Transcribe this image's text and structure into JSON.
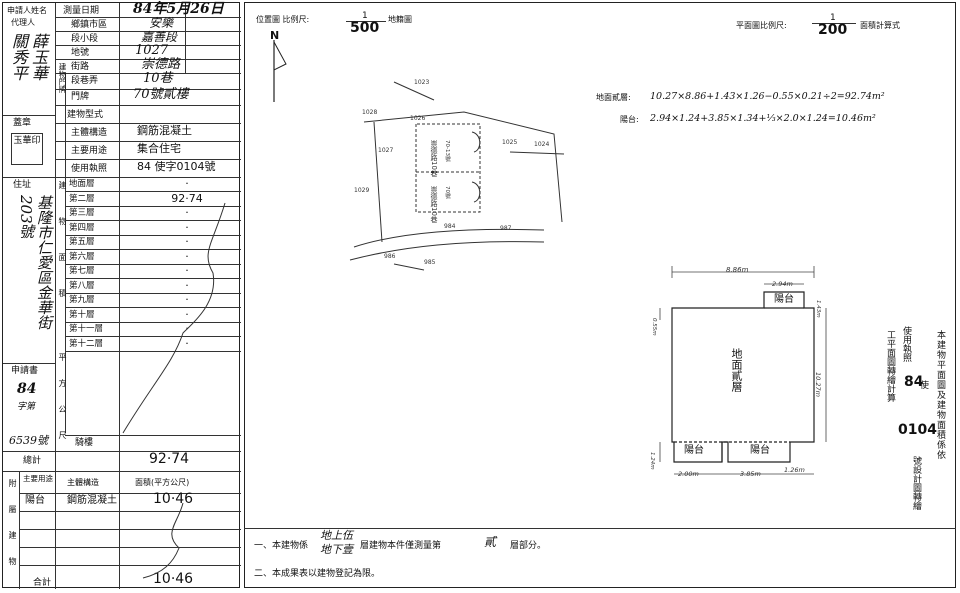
{
  "left_table": {
    "applicant_label": "申請人姓名",
    "agent_label": "代理人",
    "applicant_name": "關秀平",
    "agent_name": "薛玉華",
    "seal_label": "蓋章",
    "seal_text": "玉華印",
    "address_label": "住址",
    "address_value": "基隆市仁愛區金華街203號",
    "apply_label": "申請書",
    "apply_no_year": "84",
    "apply_no_word": "字第",
    "apply_no_num": "6539號",
    "survey_date_label": "測量日期",
    "survey_date": "84年5月26日",
    "township_label": "鄉鎮市區",
    "township_value": "安樂",
    "section_label": "段小段",
    "section_value": "嘉善段",
    "lot_label": "地號",
    "lot_value": "1027",
    "building_location_label": "建物門牌",
    "street_label": "街路",
    "street_value": "崇德路",
    "alley_label": "段巷弄",
    "alley_value": "10巷",
    "door_label": "門牌",
    "door_value": "70號貳樓",
    "structure_heading": "建物型式",
    "main_structure_label": "主體構造",
    "main_structure_value": "鋼筋混凝土",
    "main_use_label": "主要用途",
    "main_use_value": "集合住宅",
    "license_label": "使用執照",
    "license_value": "84 使字0104號",
    "floors_group_label": "建物面積",
    "area_unit_label": "平方公尺",
    "floors": [
      {
        "name": "地面層",
        "area": "·"
      },
      {
        "name": "第二層",
        "area": "92·74"
      },
      {
        "name": "第三層",
        "area": "·"
      },
      {
        "name": "第四層",
        "area": "·"
      },
      {
        "name": "第五層",
        "area": "·"
      },
      {
        "name": "第六層",
        "area": "·"
      },
      {
        "name": "第七層",
        "area": "·"
      },
      {
        "name": "第八層",
        "area": "·"
      },
      {
        "name": "第九層",
        "area": "·"
      },
      {
        "name": "第十層",
        "area": "·"
      },
      {
        "name": "第十一層",
        "area": "·"
      },
      {
        "name": "第十二層",
        "area": "·"
      }
    ],
    "attached_label": "騎樓",
    "total_label": "總計",
    "total_value": "92·74",
    "aux_group_label": "附屬建物",
    "aux_use_label": "主要用途",
    "aux_struct_label": "主體構造",
    "aux_area_label": "面積(平方公尺)",
    "aux_use_value": "陽台",
    "aux_struct_value": "鋼筋混凝土",
    "aux_area_value": "10·46",
    "aux_total_label": "合計",
    "aux_total_value": "10·46"
  },
  "plan": {
    "location_map_label": "位置圖 比例尺:",
    "location_scale_num": "1",
    "location_scale_den": "500",
    "location_map_suffix": "地籍圖",
    "north_label": "N",
    "plan_scale_label": "平面圖比例尺:",
    "plan_scale_num": "1",
    "plan_scale_den": "200",
    "plan_scale_suffix": "面積計算式",
    "calc_floor_label": "地面貳層:",
    "calc_floor_formula": "10.27×8.86+1.43×1.26−0.55×0.21÷2=92.74m²",
    "calc_balcony_label": "陽台:",
    "calc_balcony_formula": "2.94×1.24+3.85×1.34+⅓×2.0×1.24=10.46m²",
    "floor_label": "地面貳層",
    "balcony_label": "陽台",
    "dims": {
      "top_width": "8.86m",
      "balcony_w": "2.94m",
      "right_h": "10.27m",
      "bottom_a": "2.00m",
      "bottom_b": "3.85m",
      "bottom_c": "1.26m",
      "left_small": "0.55m",
      "top_small": "1.24m",
      "right_small": "1.43m"
    },
    "map_labels": [
      "1023",
      "1026",
      "1027",
      "1025",
      "1029",
      "984",
      "987",
      "986",
      "985",
      "1024",
      "1028"
    ],
    "map_road_a": "崇德路10巷",
    "map_road_b": "崇德路10巷",
    "map_house_a": "70-13號",
    "map_house_b": "70號"
  },
  "right_note": {
    "col1": "本建物平面圖及建物面積係依",
    "col2_a": "使用執照",
    "col2_year": "84",
    "col2_b": "使",
    "col2_num": "0104",
    "col2_c": "號設計圖轉繪",
    "col3": "工平面圖轉繪計算"
  },
  "notes": {
    "note1_a": "一、本建物係",
    "note1_above": "地上伍",
    "note1_below": "地下壹",
    "note1_b": "層建物本件僅測量第",
    "note1_floor": "貳",
    "note1_c": "層部分。",
    "note2": "二、本成果表以建物登記為限。"
  }
}
